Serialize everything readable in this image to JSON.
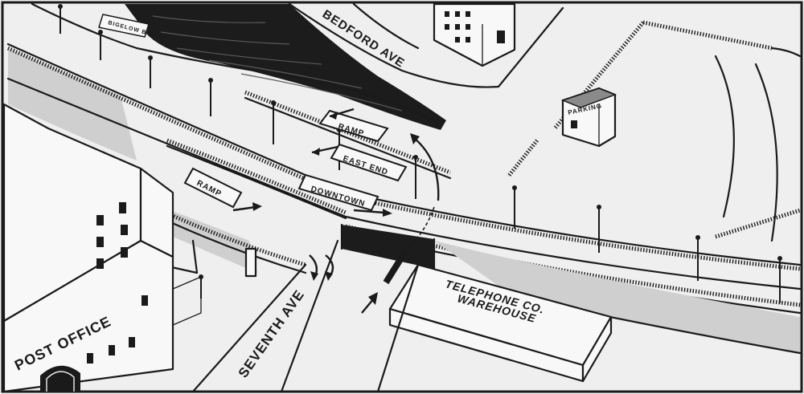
{
  "streets": {
    "bigelow": "BIGELOW BLVD.",
    "bedford": "BEDFORD AVE",
    "seventh": "SEVENTH AVE"
  },
  "buildings": {
    "post_office": "POST OFFICE",
    "parking": "PARKING",
    "telephone_line1": "TELEPHONE CO.",
    "telephone_line2": "WAREHOUSE"
  },
  "signs": {
    "ramp_upper": "RAMP",
    "east_end": "EAST END",
    "downtown": "DOWNTOWN",
    "ramp_lower": "RAMP"
  },
  "colors": {
    "ink": "#1a1a1a",
    "paper": "#efefef",
    "water": "#1c1c1c",
    "shadow": "#cfcfcf"
  }
}
